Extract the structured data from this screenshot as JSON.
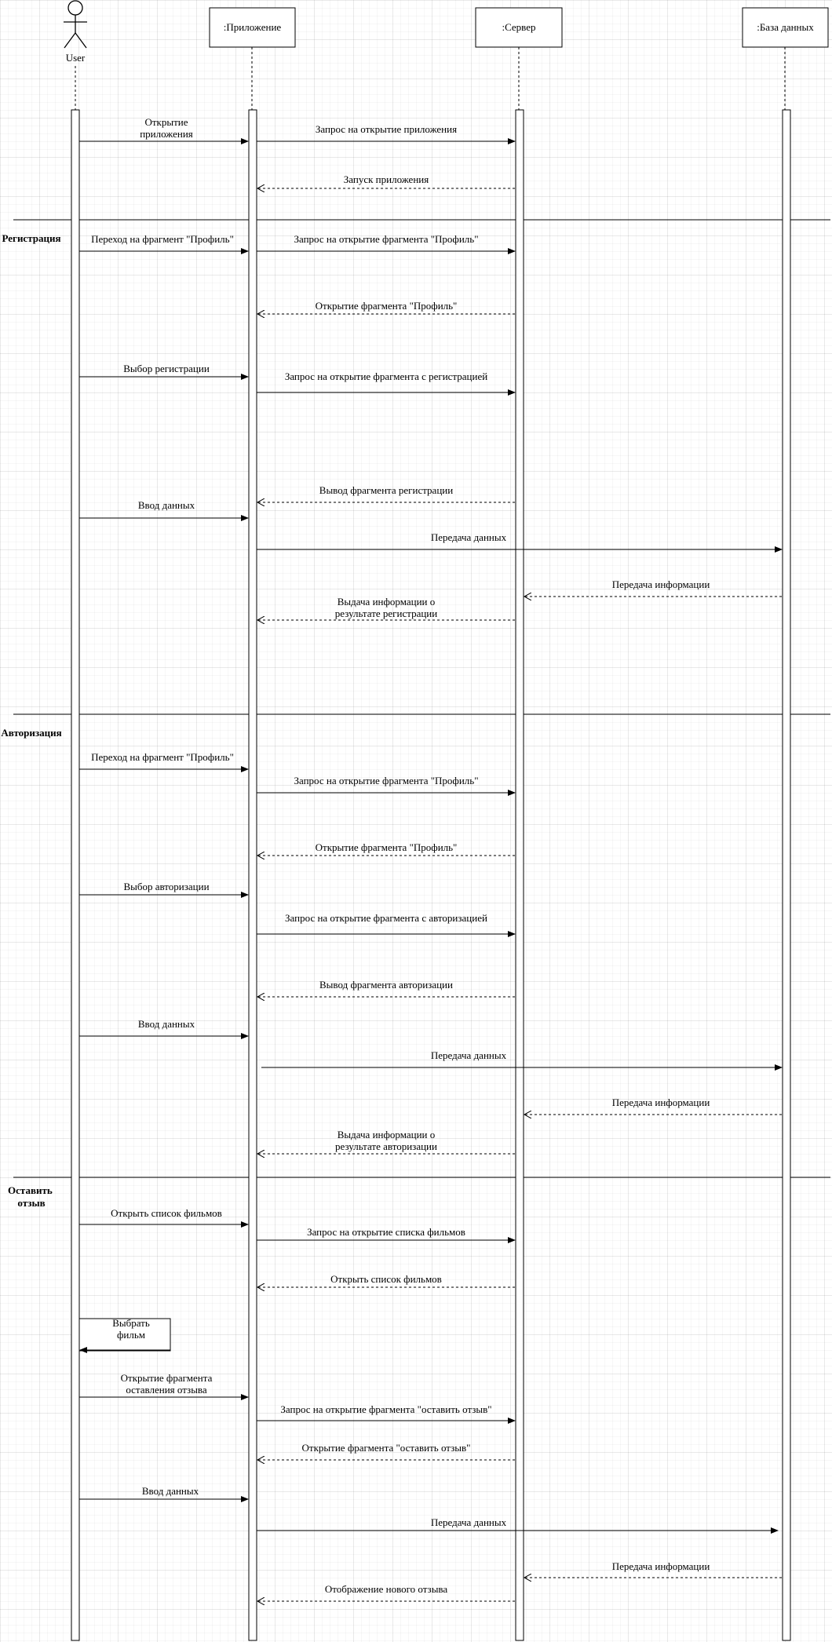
{
  "diagram": {
    "actor": {
      "label": "User"
    },
    "participants": [
      {
        "id": "app",
        "label": ":Приложение"
      },
      {
        "id": "server",
        "label": ":Сервер"
      },
      {
        "id": "db",
        "label": ":База данных"
      }
    ],
    "sections": [
      {
        "id": "registration",
        "label": [
          "Регистрация"
        ]
      },
      {
        "id": "authorization",
        "label": [
          "Авторизация"
        ]
      },
      {
        "id": "review",
        "label": [
          "Оставить",
          "отзыв"
        ]
      }
    ],
    "messages": [
      {
        "from": "user",
        "to": "app",
        "kind": "sync",
        "label": [
          "Открытие",
          "приложения"
        ]
      },
      {
        "from": "app",
        "to": "server",
        "kind": "sync",
        "label": [
          "Запрос на открытие приложения"
        ]
      },
      {
        "from": "server",
        "to": "app",
        "kind": "return",
        "label": [
          "Запуск приложения"
        ]
      },
      {
        "from": "user",
        "to": "app",
        "kind": "sync",
        "label": [
          "Переход на фрагмент \"Профиль\""
        ]
      },
      {
        "from": "app",
        "to": "server",
        "kind": "sync",
        "label": [
          "Запрос на открытие фрагмента \"Профиль\""
        ]
      },
      {
        "from": "server",
        "to": "app",
        "kind": "return",
        "label": [
          "Открытие фрагмента \"Профиль\""
        ]
      },
      {
        "from": "user",
        "to": "app",
        "kind": "sync",
        "label": [
          "Выбор регистрации"
        ]
      },
      {
        "from": "app",
        "to": "server",
        "kind": "sync",
        "label": [
          "Запрос на открытие фрагмента с регистрацией"
        ]
      },
      {
        "from": "server",
        "to": "app",
        "kind": "return",
        "label": [
          "Вывод фрагмента регистрации"
        ]
      },
      {
        "from": "user",
        "to": "app",
        "kind": "sync",
        "label": [
          "Ввод данных"
        ]
      },
      {
        "from": "app",
        "to": "db",
        "kind": "sync",
        "label": [
          "Передача данных"
        ]
      },
      {
        "from": "db",
        "to": "server",
        "kind": "return",
        "label": [
          "Передача информации"
        ]
      },
      {
        "from": "server",
        "to": "app",
        "kind": "return",
        "label": [
          "Выдача информации о",
          "результате регистрации"
        ]
      },
      {
        "from": "user",
        "to": "app",
        "kind": "sync",
        "label": [
          "Переход на фрагмент \"Профиль\""
        ]
      },
      {
        "from": "app",
        "to": "server",
        "kind": "sync",
        "label": [
          "Запрос на открытие фрагмента \"Профиль\""
        ]
      },
      {
        "from": "server",
        "to": "app",
        "kind": "return",
        "label": [
          "Открытие фрагмента \"Профиль\""
        ]
      },
      {
        "from": "user",
        "to": "app",
        "kind": "sync",
        "label": [
          "Выбор авторизации"
        ]
      },
      {
        "from": "app",
        "to": "server",
        "kind": "sync",
        "label": [
          "Запрос на открытие фрагмента с авторизацией"
        ]
      },
      {
        "from": "server",
        "to": "app",
        "kind": "return",
        "label": [
          "Вывод фрагмента авторизации"
        ]
      },
      {
        "from": "user",
        "to": "app",
        "kind": "sync",
        "label": [
          "Ввод данных"
        ]
      },
      {
        "from": "app",
        "to": "db",
        "kind": "sync",
        "label": [
          "Передача данных"
        ]
      },
      {
        "from": "db",
        "to": "server",
        "kind": "return",
        "label": [
          "Передача информации"
        ]
      },
      {
        "from": "server",
        "to": "app",
        "kind": "return",
        "label": [
          "Выдача информации о",
          "результате авторизации"
        ]
      },
      {
        "from": "user",
        "to": "app",
        "kind": "sync",
        "label": [
          "Открыть список фильмов"
        ]
      },
      {
        "from": "app",
        "to": "server",
        "kind": "sync",
        "label": [
          "Запрос на открытие списка фильмов"
        ]
      },
      {
        "from": "server",
        "to": "app",
        "kind": "return",
        "label": [
          "Открыть список фильмов"
        ]
      },
      {
        "from": "user",
        "to": "user",
        "kind": "self",
        "label": [
          "Выбрать",
          "фильм"
        ]
      },
      {
        "from": "user",
        "to": "app",
        "kind": "sync",
        "label": [
          "Открытие фрагмента",
          "оставления отзыва"
        ]
      },
      {
        "from": "app",
        "to": "server",
        "kind": "sync",
        "label": [
          "Запрос на открытие фрагмента \"оставить отзыв\""
        ]
      },
      {
        "from": "server",
        "to": "app",
        "kind": "return",
        "label": [
          "Открытие фрагмента \"оставить отзыв\""
        ]
      },
      {
        "from": "user",
        "to": "app",
        "kind": "sync",
        "label": [
          "Ввод данных"
        ]
      },
      {
        "from": "app",
        "to": "db",
        "kind": "sync",
        "label": [
          "Передача данных"
        ]
      },
      {
        "from": "db",
        "to": "server",
        "kind": "return",
        "label": [
          "Передача информации"
        ]
      },
      {
        "from": "server",
        "to": "app",
        "kind": "return",
        "label": [
          "Отображение нового отзыва"
        ]
      }
    ]
  }
}
